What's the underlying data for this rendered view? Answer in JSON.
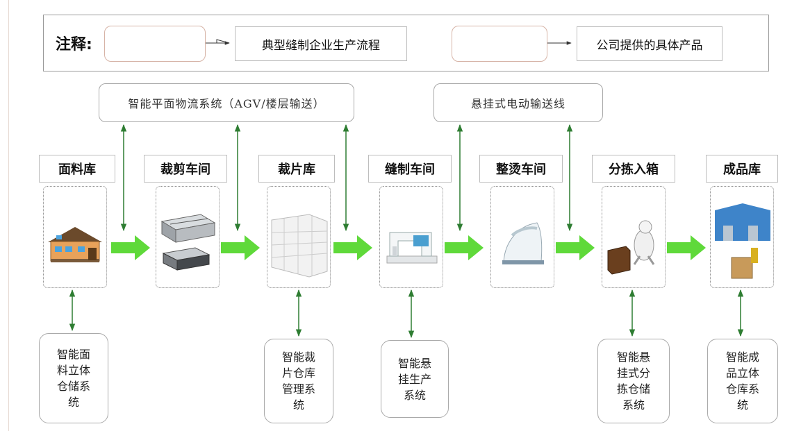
{
  "legend": {
    "label": "注释:",
    "item1_text": "典型缝制企业生产流程",
    "item2_text": "公司提供的具体产品"
  },
  "top_systems": [
    "智能平面物流系统（AGV/楼层输送）",
    "悬挂式电动输送线"
  ],
  "stages": [
    {
      "title": "面料库",
      "icon": "house-warehouse-icon"
    },
    {
      "title": "裁剪车间",
      "icon": "cutting-machine-icon"
    },
    {
      "title": "裁片库",
      "icon": "shelving-rack-icon"
    },
    {
      "title": "缝制车间",
      "icon": "sewing-machine-icon"
    },
    {
      "title": "整烫车间",
      "icon": "iron-icon"
    },
    {
      "title": "分拣入箱",
      "icon": "sorting-boxes-icon"
    },
    {
      "title": "成品库",
      "icon": "finished-goods-warehouse-icon"
    }
  ],
  "bottom_systems": [
    {
      "stage_index": 0,
      "lines": [
        "智能面",
        "料立体",
        "仓储系",
        "统"
      ]
    },
    {
      "stage_index": 2,
      "lines": [
        "智能裁",
        "片仓库",
        "管理系",
        "统"
      ]
    },
    {
      "stage_index": 3,
      "lines": [
        "智能悬",
        "挂生产",
        "系统"
      ]
    },
    {
      "stage_index": 5,
      "lines": [
        "智能悬",
        "挂式分",
        "拣仓储",
        "系统"
      ]
    },
    {
      "stage_index": 6,
      "lines": [
        "智能成",
        "品立体",
        "仓库系",
        "统"
      ]
    }
  ],
  "colors": {
    "flow_arrow": "#5fd93a",
    "connector": "#2e7d32",
    "legend_arrow": "#333333"
  }
}
